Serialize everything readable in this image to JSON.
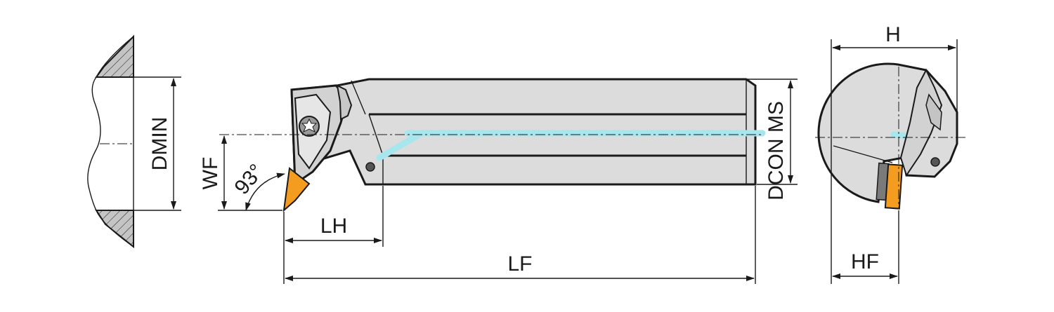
{
  "labels": {
    "dmin": "DMIN",
    "wf": "WF",
    "angle": "93°",
    "lh": "LH",
    "lf": "LF",
    "dcon_ms": "DCON MS",
    "h": "H",
    "hf": "HF"
  },
  "colors": {
    "body": "#dcdcdc",
    "hatch": "#c4c4c4",
    "insert": "#f39c1f",
    "coolant": "#a8e6ee",
    "line": "#1a1a1a"
  }
}
